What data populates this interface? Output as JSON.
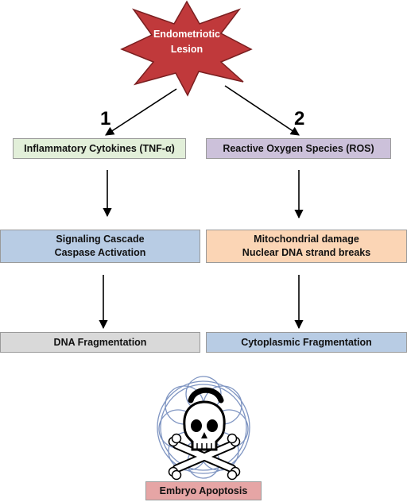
{
  "diagram": {
    "source": {
      "line1": "Endometriotic",
      "line2": "Lesion",
      "fill": "#c0393b",
      "stroke": "#7a1f20"
    },
    "pathways": [
      {
        "number": "1",
        "mediator": {
          "label": "Inflammatory Cytokines (TNF-α)",
          "fill": "#e2efd9"
        },
        "mechanism": {
          "line1": "Signaling Cascade",
          "line2": "Caspase Activation",
          "fill": "#b8cce4"
        },
        "outcome": {
          "label": "DNA Fragmentation",
          "fill": "#d9d9d9"
        }
      },
      {
        "number": "2",
        "mediator": {
          "label": "Reactive Oxygen Species (ROS)",
          "fill": "#ccc1da"
        },
        "mechanism": {
          "line1": "Mitochondrial damage",
          "line2": "Nuclear DNA strand breaks",
          "fill": "#fbd5b5"
        },
        "outcome": {
          "label": "Cytoplasmic Fragmentation",
          "fill": "#b8cce4"
        }
      }
    ],
    "result": {
      "label": "Embryo Apoptosis",
      "fill": "#e6a5a5",
      "icon": "skull-and-crossbones-embryo-icon"
    }
  }
}
